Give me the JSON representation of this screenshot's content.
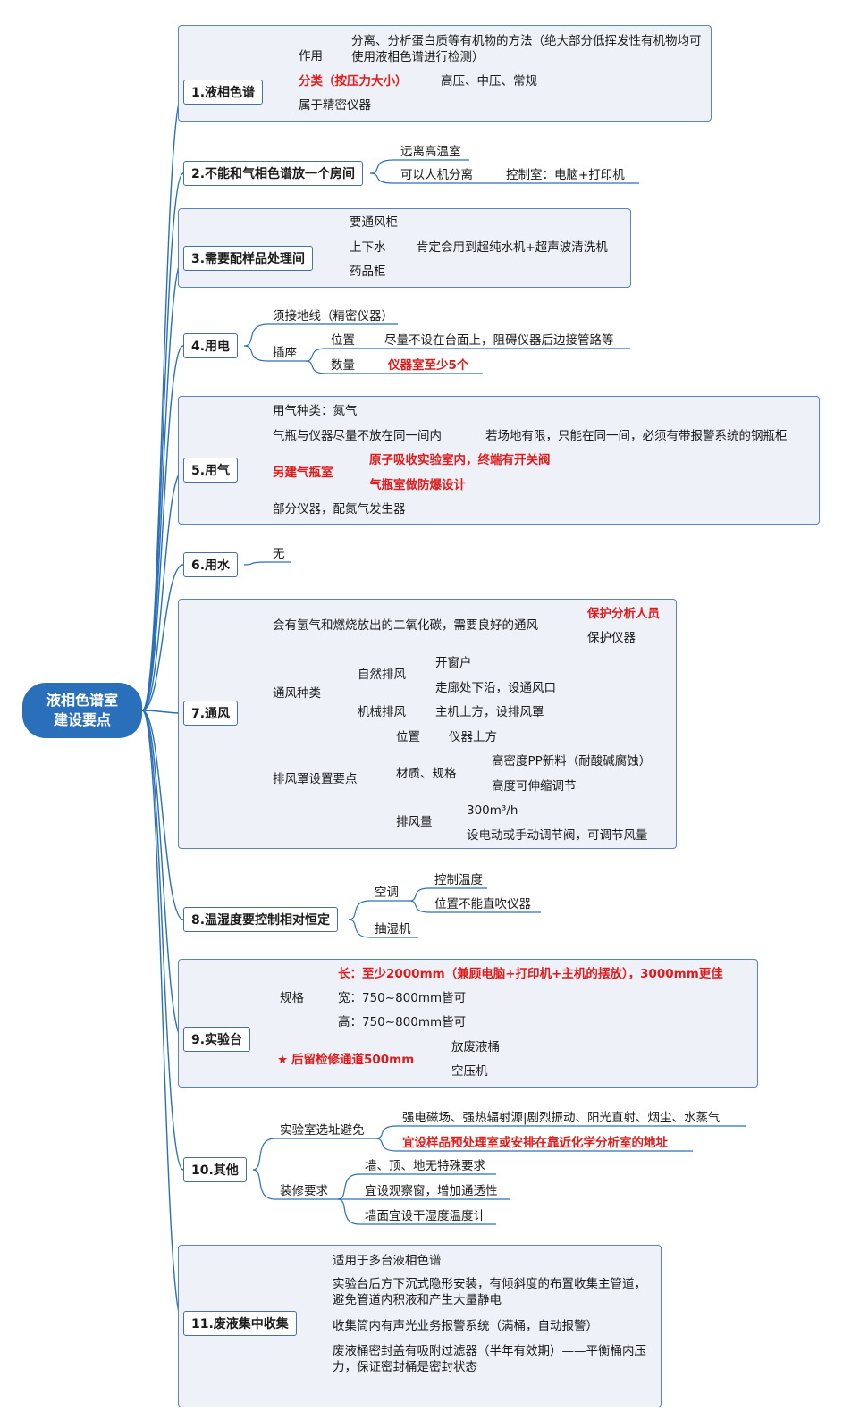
{
  "root": "液相色谱室\n建设要点",
  "sections": [
    {
      "title": "1.液相色谱",
      "items": {
        "a": "作用",
        "a1": "分离、分析蛋白质等有机物的方法（绝大部分低挥发性有机物均可使用液相色谱进行检测）",
        "b": "分类（按压力大小）",
        "b1": "高压、中压、常规",
        "c": "属于精密仪器"
      }
    },
    {
      "title": "2.不能和气相色谱放一个房间",
      "items": {
        "a": "远离高温室",
        "b": "可以人机分离",
        "b1": "控制室：电脑+打印机"
      }
    },
    {
      "title": "3.需要配样品处理间",
      "items": {
        "a": "要通风柜",
        "b": "上下水",
        "b1": "肯定会用到超纯水机+超声波清洗机",
        "c": "药品柜"
      }
    },
    {
      "title": "4.用电",
      "items": {
        "a": "须接地线（精密仪器）",
        "b": "插座",
        "b1": "位置",
        "b1a": "尽量不设在台面上，阻碍仪器后边接管路等",
        "b2": "数量",
        "b2a": "仪器室至少5个"
      }
    },
    {
      "title": "5.用气",
      "items": {
        "a": "用气种类：氮气",
        "b": "气瓶与仪器尽量不放在同一间内",
        "b1": "若场地有限，只能在同一间，必须有带报警系统的钢瓶柜",
        "c": "另建气瓶室",
        "c1": "原子吸收实验室内，终端有开关阀",
        "c2": "气瓶室做防爆设计",
        "d": "部分仪器，配氮气发生器"
      }
    },
    {
      "title": "6.用水",
      "items": {
        "a": "无"
      }
    },
    {
      "title": "7.通风",
      "items": {
        "a": "会有氢气和燃烧放出的二氧化碳，需要良好的通风",
        "a1": "保护分析人员",
        "a2": "保护仪器",
        "b": "通风种类",
        "b1": "自然排风",
        "b1a": "开窗户",
        "b1b": "走廊处下沿，设通风口",
        "b2": "机械排风",
        "b2a": "主机上方，设排风罩",
        "c": "排风罩设置要点",
        "c1": "位置",
        "c1a": "仪器上方",
        "c2": "材质、规格",
        "c2a": "高密度PP新料（耐酸碱腐蚀）",
        "c2b": "高度可伸缩调节",
        "c3": "排风量",
        "c3a": "300m³/h",
        "c3b": "设电动或手动调节阀，可调节风量"
      }
    },
    {
      "title": "8.温湿度要控制相对恒定",
      "items": {
        "a": "空调",
        "a1": "控制温度",
        "a2": "位置不能直吹仪器",
        "b": "抽湿机"
      }
    },
    {
      "title": "9.实验台",
      "items": {
        "a": "规格",
        "a1": "长：至少2000mm（兼顾电脑+打印机+主机的摆放），3000mm更佳",
        "a2": "宽：750~800mm皆可",
        "a3": "高：750~800mm皆可",
        "b_star": "★",
        "b": "后留检修通道500mm",
        "b1": "放废液桶",
        "b2": "空压机"
      }
    },
    {
      "title": "10.其他",
      "items": {
        "a": "实验室选址避免",
        "a1": "强电磁场、强热辐射源|剧烈振动、阳光直射、烟尘、水蒸气",
        "a2": "宜设样品预处理室或安排在靠近化学分析室的地址",
        "b": "装修要求",
        "b1": "墙、顶、地无特殊要求",
        "b2": "宜设观察窗，增加通透性",
        "b3": "墙面宜设干湿度温度计"
      }
    },
    {
      "title": "11.废液集中收集",
      "items": {
        "a": "适用于多台液相色谱",
        "b": "实验台后方下沉式隐形安装，有倾斜度的布置收集主管道，避免管道内积液和产生大量静电",
        "c": "收集筒内有声光业务报警系统（满桶，自动报警）",
        "d": "废液桶密封盖有吸附过滤器（半年有效期）——平衡桶内压力，保证密封桶是密封状态"
      }
    }
  ],
  "colors": {
    "root": "#2a6fba",
    "line": "#2a6fba",
    "box_bg": "#eef2f8",
    "box_border": "#5a83c3",
    "emphasis": "#e11b1b"
  }
}
